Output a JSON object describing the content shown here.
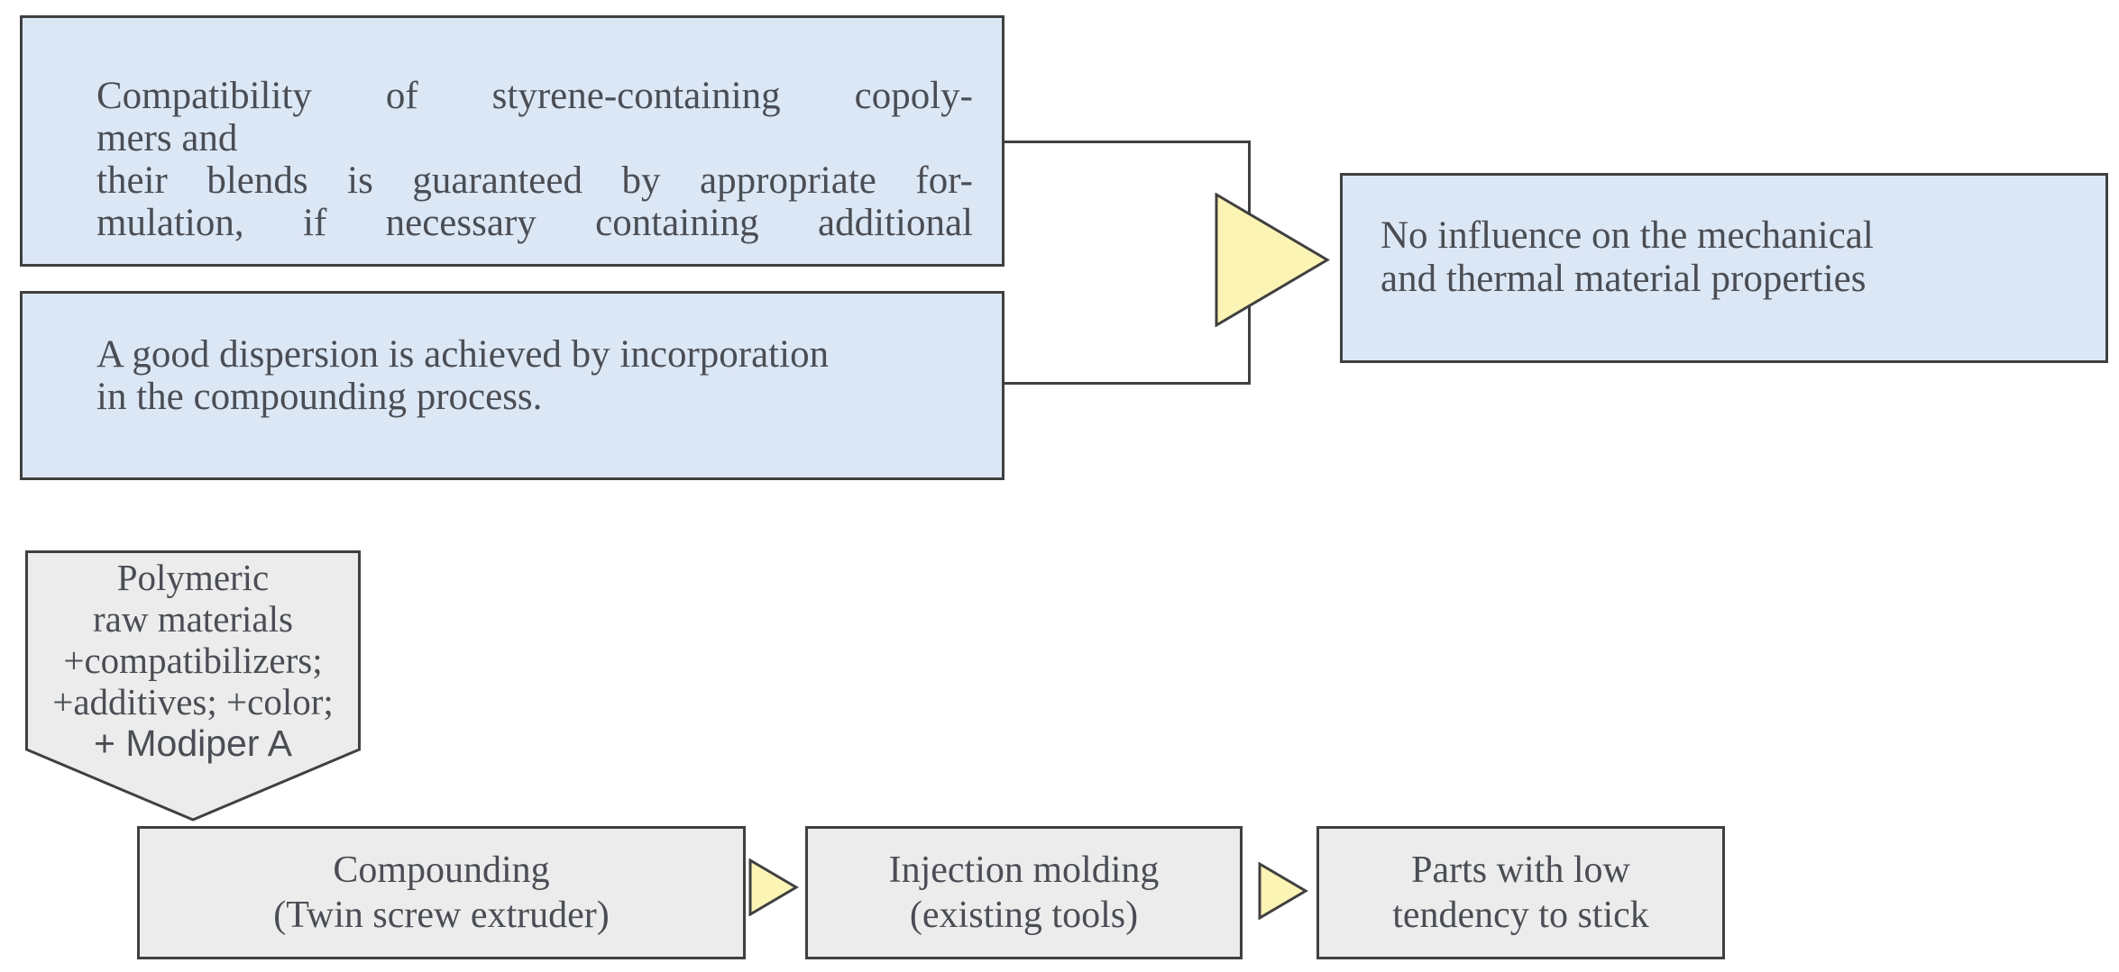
{
  "colors": {
    "blue_fill": "#dce7f6",
    "gray_fill": "#ececec",
    "yellow_fill": "#fcf4b4",
    "line": "#404040",
    "text": "#4a4e54"
  },
  "compatibility_box": {
    "lines": [
      "Compatibility of styrene-containing copoly-",
      "mers and",
      "their blends is guaranteed by appropriate for-",
      "mulation, if necessary containing additional"
    ]
  },
  "dispersion_box": {
    "lines": [
      "A good dispersion is achieved by incorporation",
      "in the compounding process."
    ]
  },
  "result_box": {
    "lines": [
      "No influence on the mechanical",
      "and thermal material properties"
    ]
  },
  "raw_materials_pentagon": {
    "lines": [
      "Polymeric",
      "raw materials",
      "+compatibilizers;",
      "+additives; +color;",
      "+ Modiper A"
    ]
  },
  "process_steps": [
    {
      "lines": [
        "Compounding",
        "(Twin screw extruder)"
      ]
    },
    {
      "lines": [
        "Injection molding",
        "(existing tools)"
      ]
    },
    {
      "lines": [
        "Parts with low",
        "tendency to stick"
      ]
    }
  ]
}
